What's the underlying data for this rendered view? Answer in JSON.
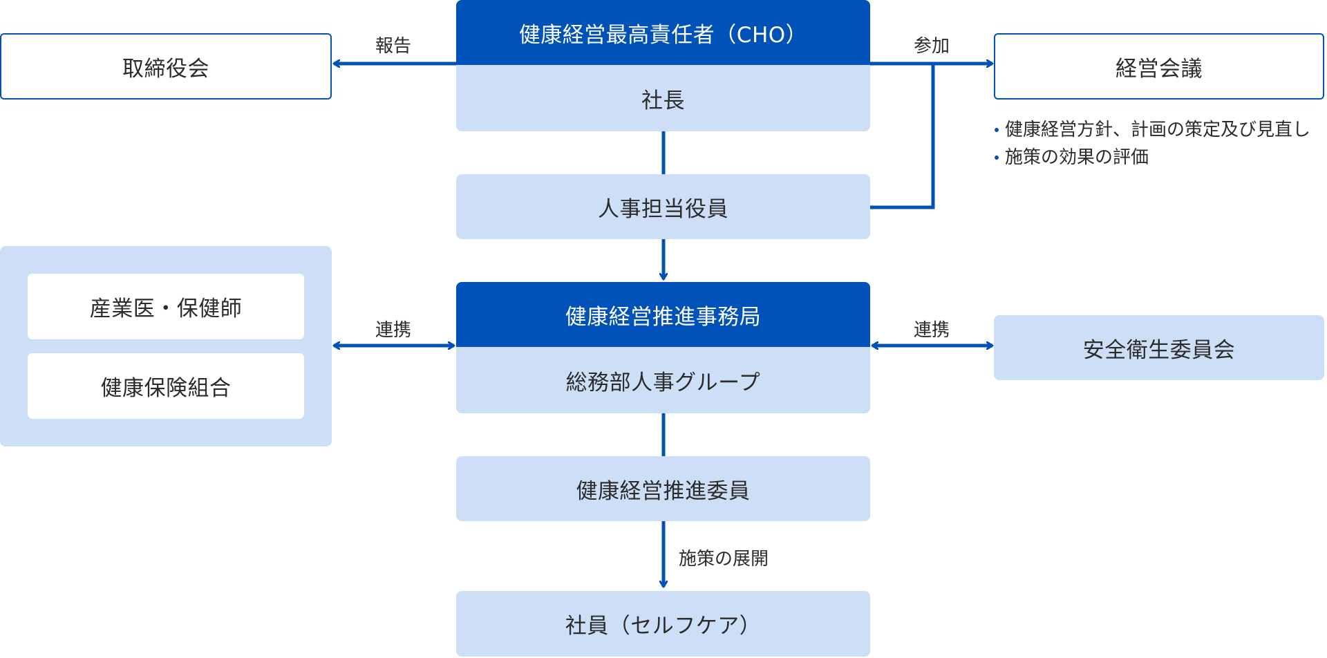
{
  "diagram": {
    "cho": {
      "title": "健康経営最高責任者（CHO）",
      "subtitle": "社長"
    },
    "board": "取締役会",
    "meeting": {
      "title": "経営会議",
      "bullets": [
        "健康経営方針、計画の策定及び見直し",
        "施策の効果の評価"
      ]
    },
    "hr_officer": "人事担当役員",
    "office": {
      "title": "健康経営推進事務局",
      "subtitle": "総務部人事グループ"
    },
    "partners": [
      "産業医・保健師",
      "健康保険組合"
    ],
    "safety_committee": "安全衛生委員会",
    "promoters": "健康経営推進委員",
    "employees": "社員（セルフケア）",
    "edge_labels": {
      "report": "報告",
      "join": "参加",
      "link_left": "連携",
      "link_right": "連携",
      "rollout": "施策の展開"
    },
    "colors": {
      "primary": "#0052b8",
      "light": "#cddff6",
      "outline": "#0052b8",
      "text": "#2b2b2b"
    }
  }
}
